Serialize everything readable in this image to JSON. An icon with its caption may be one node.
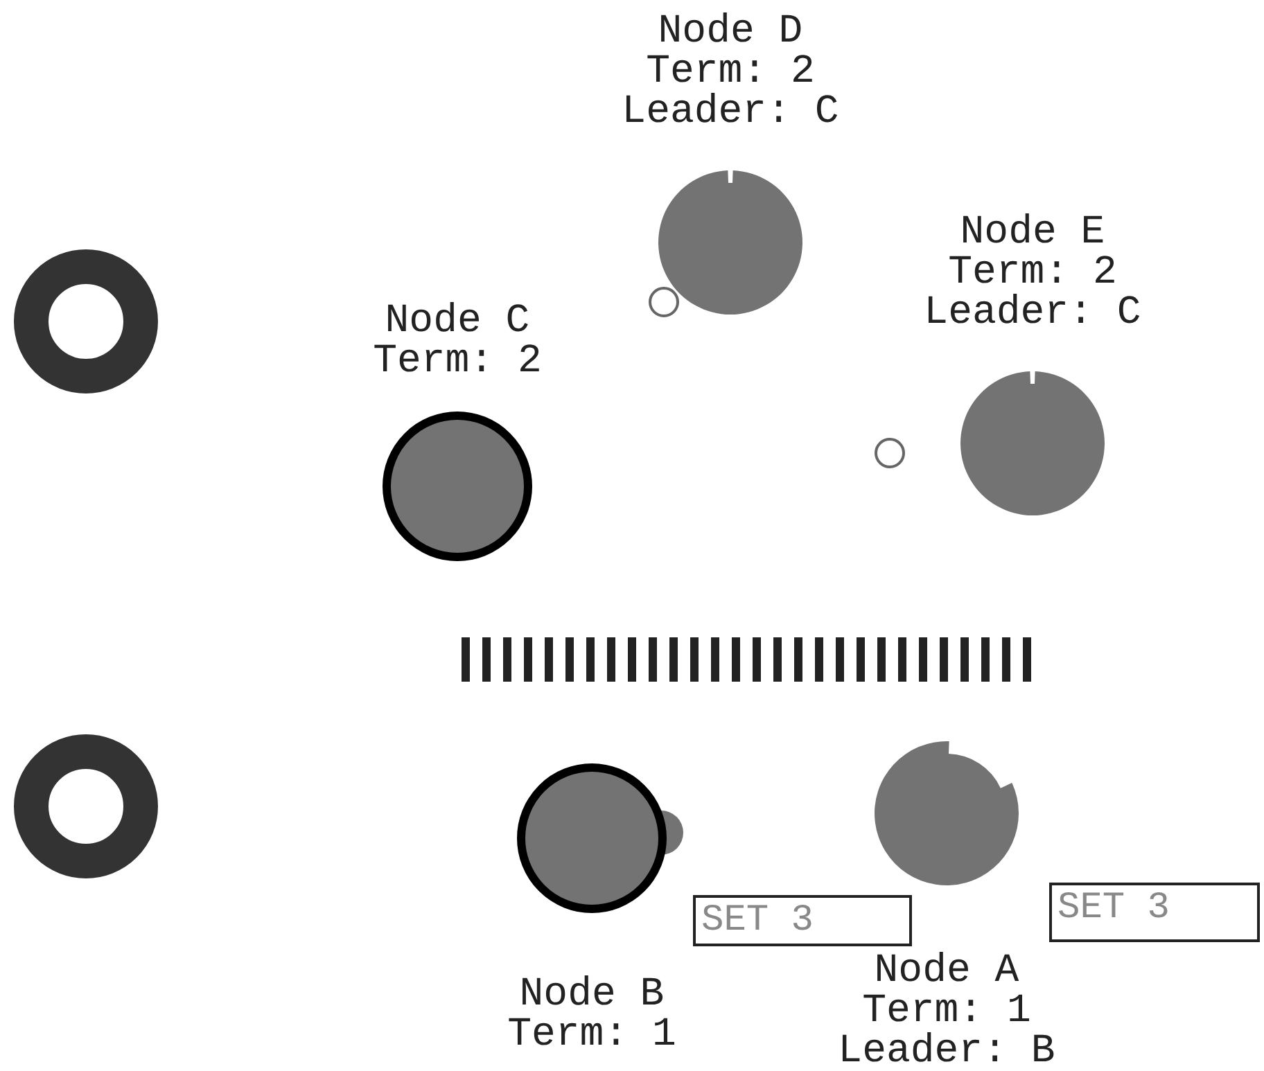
{
  "diagram": {
    "nodes": [
      {
        "text": [
          "Node D",
          "Term: 2",
          "Leader: C"
        ]
      },
      {
        "text": [
          "Node E",
          "Term: 2",
          "Leader: C"
        ]
      },
      {
        "text": [],
        "shape": "circle"
      },
      {
        "text": [
          "Node C",
          "Term: 2"
        ]
      },
      {
        "text": [],
        "shape": "circle"
      },
      {
        "text": [
          "Node B",
          "Term: 1"
        ]
      },
      {
        "text": [
          "Node A",
          "Term: 1",
          "Leader: B"
        ]
      },
      {
        "text": [
          "SET 3"
        ]
      },
      {
        "text": [
          "SET 3"
        ]
      }
    ]
  }
}
